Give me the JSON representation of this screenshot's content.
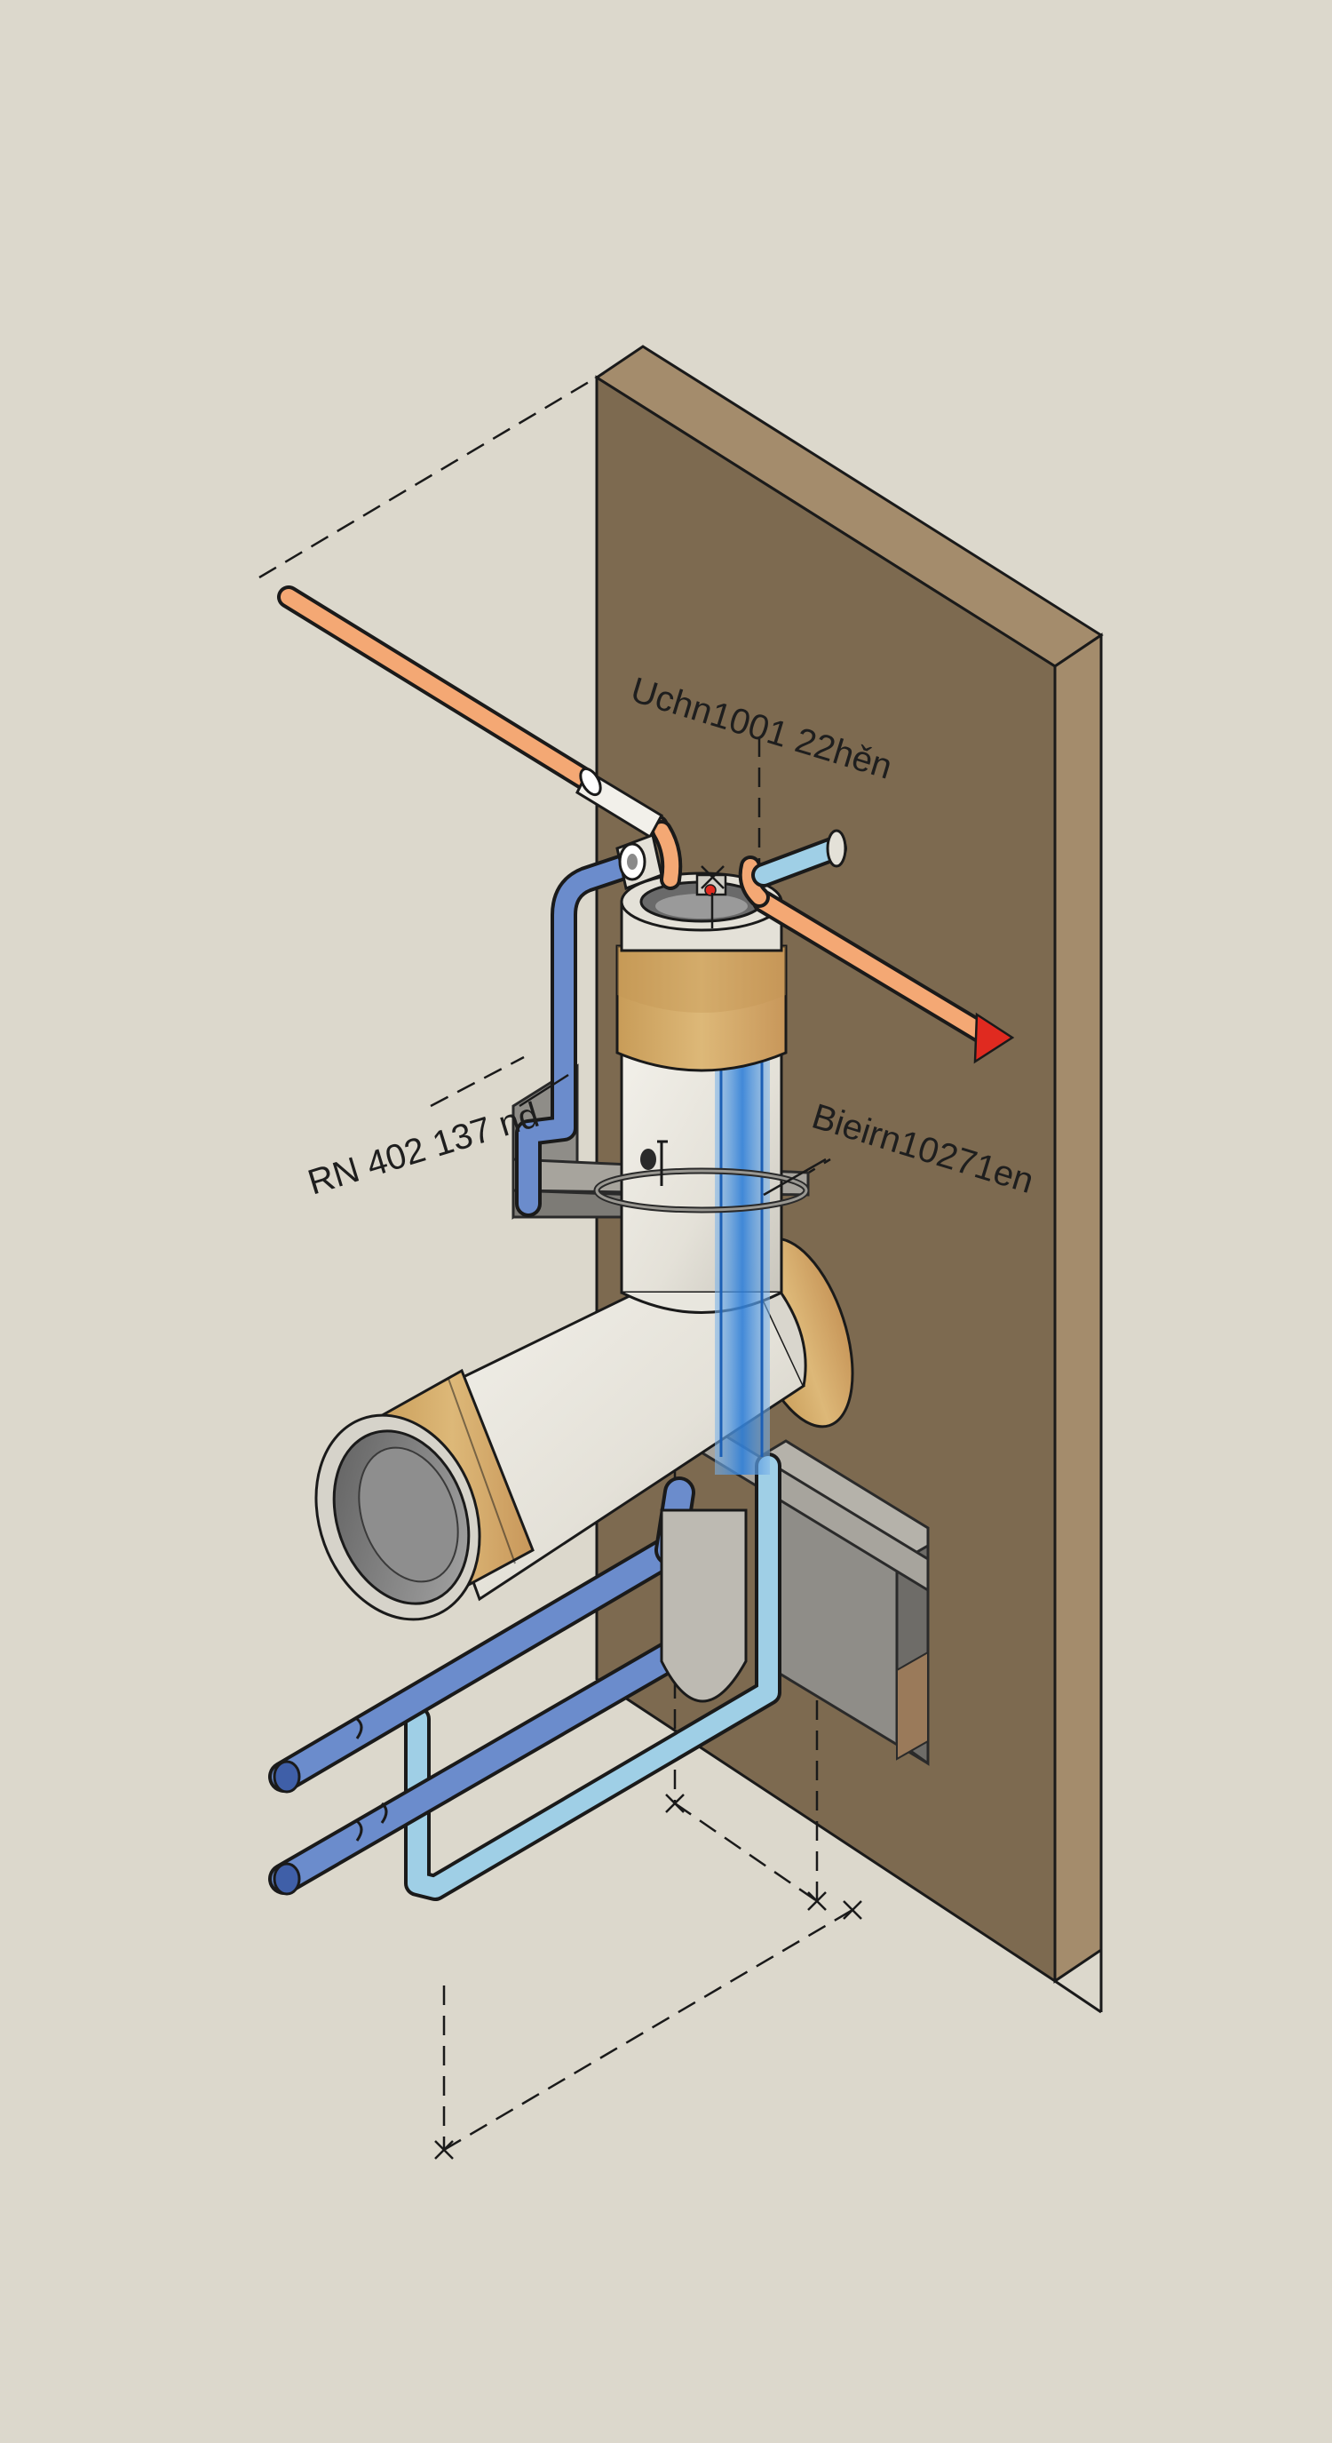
{
  "diagram": {
    "labels": {
      "top": "Uchn1001 22hěn",
      "left": "RN 402 137 nd",
      "right": "Bieirn10271en"
    }
  },
  "colors": {
    "background": "#dcd8cc",
    "wall_face": "#7d6a50",
    "wall_edge": "#a48c6c",
    "hot_pipe": "#f4a874",
    "cold_pipe": "#6b8ccc",
    "light_pipe": "#9fcfe6",
    "flow_blue": "#2f7fd8",
    "brass": "#d4ad6a",
    "pipe_body": "#e8e6de",
    "arrow": "#e02a20"
  }
}
